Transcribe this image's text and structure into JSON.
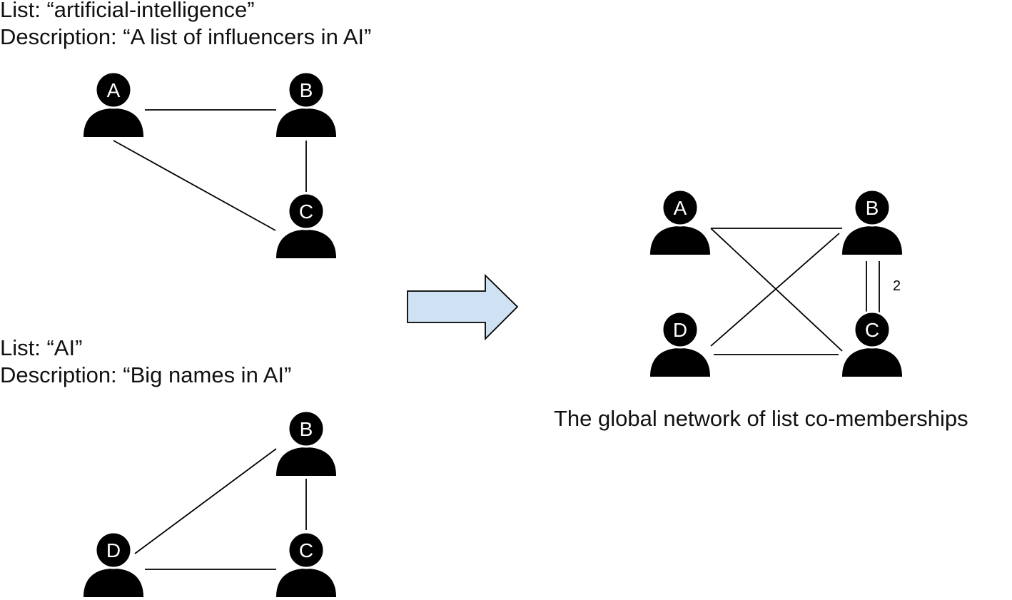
{
  "lists": [
    {
      "id": "list1",
      "list_line": "List: “artificial-intelligence”",
      "description_line": "Description: “A list of influencers in AI”",
      "nodes": [
        "A",
        "B",
        "C"
      ],
      "edges": [
        {
          "from": "A",
          "to": "B"
        },
        {
          "from": "B",
          "to": "C"
        },
        {
          "from": "A",
          "to": "C"
        }
      ]
    },
    {
      "id": "list2",
      "list_line": "List: “AI”",
      "description_line": "Description: “Big names in AI”",
      "nodes": [
        "B",
        "C",
        "D"
      ],
      "edges": [
        {
          "from": "B",
          "to": "C"
        },
        {
          "from": "D",
          "to": "B"
        },
        {
          "from": "D",
          "to": "C"
        }
      ]
    }
  ],
  "arrow": {
    "icon": "right-arrow-icon",
    "fill": "#cfe2f3",
    "stroke": "#000000"
  },
  "global_network": {
    "caption": "The global network of list co-memberships",
    "nodes": [
      "A",
      "B",
      "C",
      "D"
    ],
    "edges": [
      {
        "from": "A",
        "to": "B",
        "weight": 1
      },
      {
        "from": "A",
        "to": "C",
        "weight": 1
      },
      {
        "from": "D",
        "to": "B",
        "weight": 1
      },
      {
        "from": "D",
        "to": "C",
        "weight": 1
      },
      {
        "from": "B",
        "to": "C",
        "weight": 2,
        "label": "2"
      }
    ]
  },
  "node_icon": "person-icon"
}
